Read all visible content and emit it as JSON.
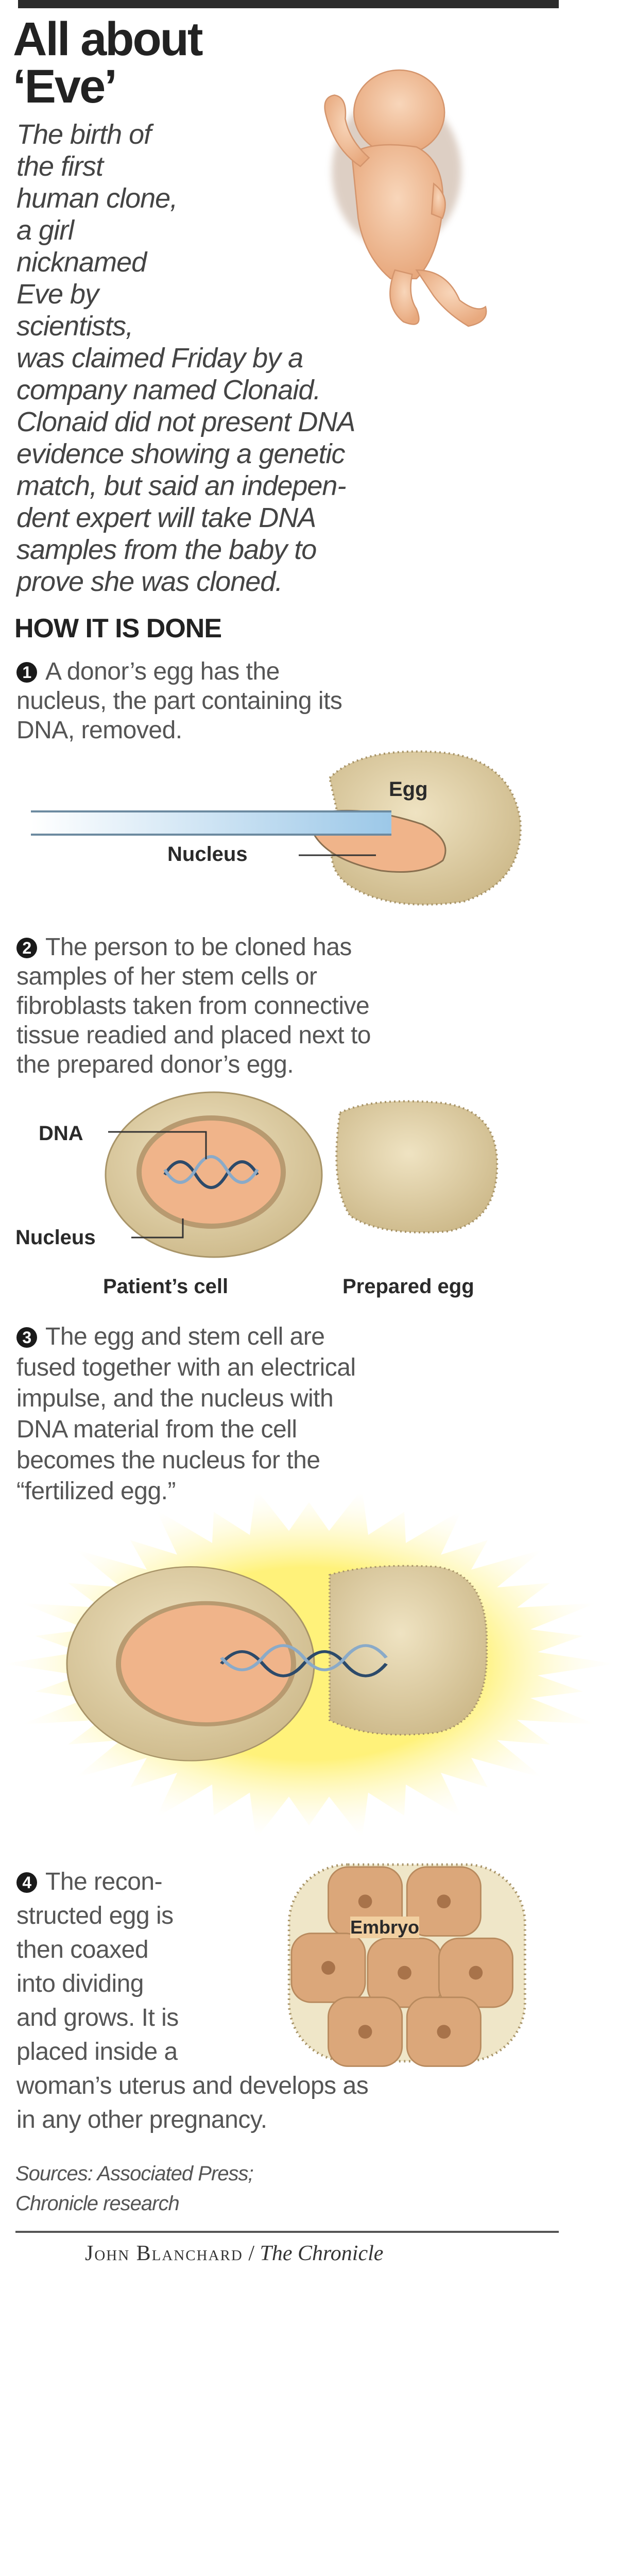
{
  "title": {
    "line1": "All about",
    "line2": "‘Eve’"
  },
  "intro": {
    "lines": [
      "The birth of",
      "the first",
      "human clone,",
      "a girl",
      "nicknamed",
      "Eve by",
      "scientists,",
      "was claimed Friday by a",
      "company named Clonaid.",
      "Clonaid did not present DNA",
      "evidence showing a genetic",
      "match, but said an indepen-",
      "dent expert will take DNA",
      "samples from the baby to",
      "prove she was cloned."
    ]
  },
  "section_heading": "HOW IT IS DONE",
  "steps": [
    {
      "number": "1",
      "lines": [
        "A donor’s egg has the",
        "nucleus, the part containing its",
        "DNA, removed."
      ],
      "labels": {
        "egg": "Egg",
        "nucleus": "Nucleus"
      }
    },
    {
      "number": "2",
      "lines": [
        "The person to be cloned has",
        "samples of her stem cells or",
        "fibroblasts taken from connective",
        "tissue readied and placed next to",
        "the prepared donor’s egg."
      ],
      "labels": {
        "dna": "DNA",
        "nucleus": "Nucleus",
        "patient_cell": "Patient’s cell",
        "prepared_egg": "Prepared egg"
      }
    },
    {
      "number": "3",
      "lines": [
        "The egg and stem cell are",
        "fused together with an electrical",
        "impulse, and the nucleus with",
        "DNA material from the cell",
        "becomes the nucleus for the",
        "“fertilized egg.”"
      ]
    },
    {
      "number": "4",
      "lines": [
        "The recon-",
        "structed egg is",
        "then coaxed",
        "into dividing",
        "and grows. It is",
        "placed inside a",
        "woman’s uterus and develops as",
        "in any other pregnancy."
      ],
      "labels": {
        "embryo": "Embryo"
      }
    }
  ],
  "sources": {
    "line1": "Sources: Associated Press;",
    "line2": "Chronicle research"
  },
  "credit": {
    "artist": "John Blanchard",
    "separator": " / ",
    "publication": "The Chronicle"
  },
  "colors": {
    "skin": "#f1c29e",
    "cell": "#e2d2a8",
    "nucleus": "#f0b48a",
    "burst": "#fff27a",
    "text": "#555555"
  }
}
